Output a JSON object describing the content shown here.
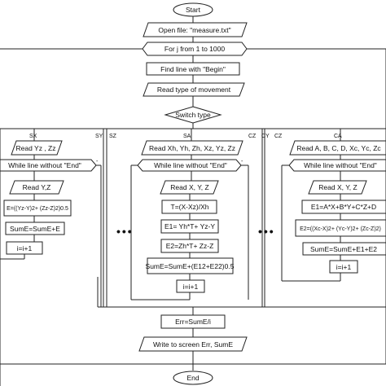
{
  "nodes": {
    "start": "Start",
    "open_file": "Open file: \"measure.txt\"",
    "loop": "For j from 1 to 1000",
    "find_line": "Find line with \"Begin\"",
    "read_type": "Read type of movement",
    "switch": "Switch type",
    "err": "Err=SumE/i",
    "write": "Write to screen Err, SumE",
    "end": "End"
  },
  "case_labels": {
    "sx": "SX",
    "sy": "SY",
    "sz": "SZ",
    "sa": "SA",
    "cz1": "CZ",
    "cy": "CY",
    "cz2": "CZ",
    "ca": "CA"
  },
  "left_branch": {
    "read": "Read Yz , Zz",
    "while": "While line without \"End\"",
    "read_yz": "Read Y,Z",
    "e": "E=((Yz-Y)2+ (Zz-Z)2)0.5",
    "sum": "SumE=SumE+E",
    "inc": "i=i+1"
  },
  "mid_branch": {
    "read": "Read Xh, Yh, Zh, Xz, Yz, Zz",
    "while": "While line without \"End\"",
    "read_xyz": "Read X, Y, Z",
    "t": "T=(X-Xz)/Xh",
    "e1": "E1= Yh*T+ Yz-Y",
    "e2": "E2=Zh*T+ Zz-Z",
    "sum": "SumE=SumE+(E12+E22)0.5",
    "inc": "i=i+1"
  },
  "right_branch": {
    "read": "Read A, B, C, D, Xc, Yc, Zc",
    "while": "While line without \"End\"",
    "read_xyz": "Read X, Y, Z",
    "e1": "E1=A*X+B*Y+C*Z+D",
    "e2": "E2=((Xc-X)2+ (Yc-Y)2+ (Zc-Z)2)",
    "sum": "SumE=SumE+E1+E2",
    "inc": "i=i+1"
  },
  "ellipsis": "•••",
  "minus": "-"
}
